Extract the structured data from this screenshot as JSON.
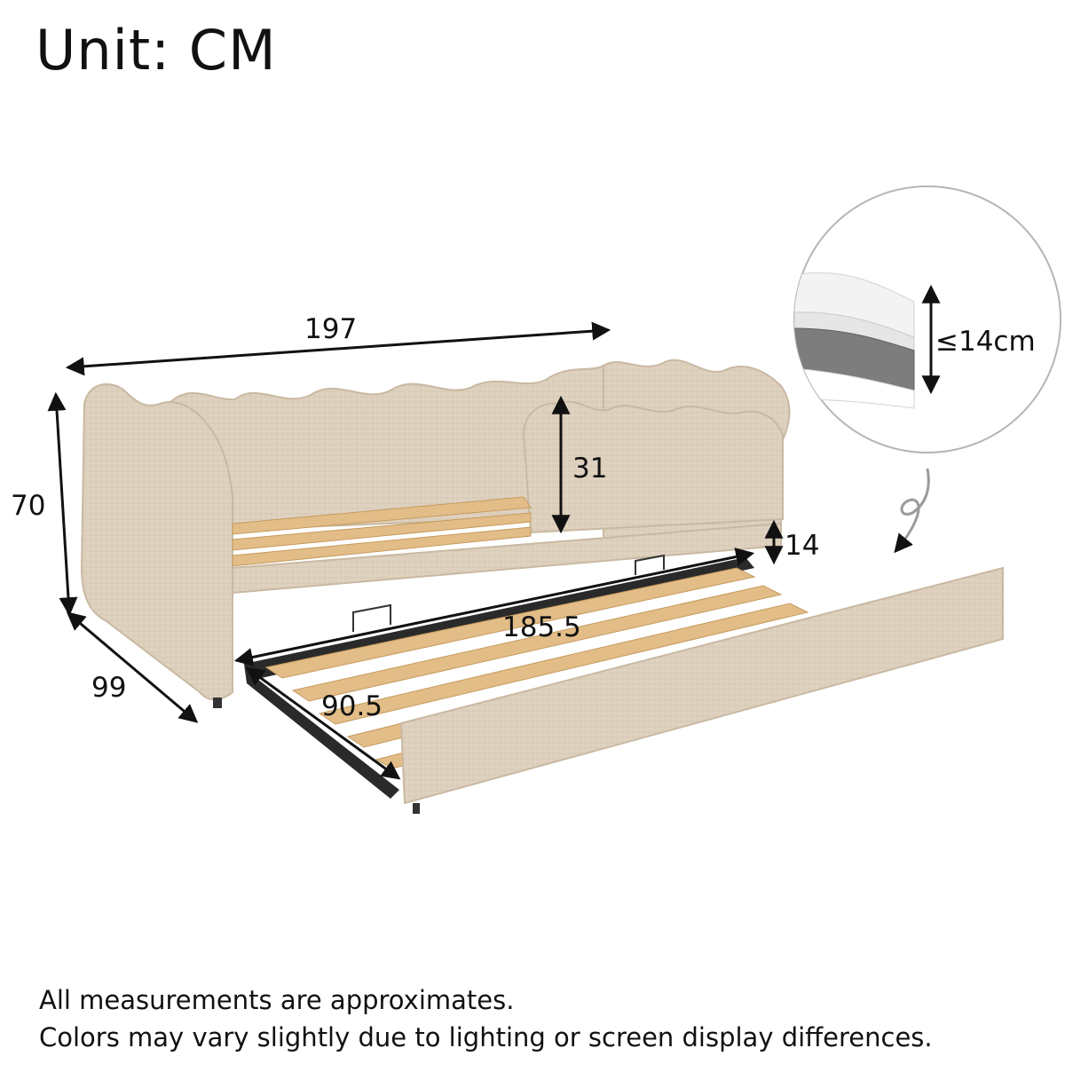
{
  "header": {
    "unit_label": "Unit: CM"
  },
  "dimensions": {
    "overall_length": "197",
    "height": "70",
    "depth": "99",
    "guardrail_height": "31",
    "trundle_height": "14",
    "trundle_length": "185.5",
    "trundle_width": "90.5",
    "mattress_thickness": "≤14cm"
  },
  "product": {
    "name_icon": "daybed-with-trundle-illustration",
    "upholstery_color": "#ddd0bd",
    "slat_color": "#e2bd88",
    "frame_metal_color": "#2a2a2a",
    "mattress_inset_icon": "mattress-crosssection-icon"
  },
  "footer": {
    "note_1": "All measurements are approximates.",
    "note_2": "Colors may vary slightly due to lighting or screen display differences."
  }
}
